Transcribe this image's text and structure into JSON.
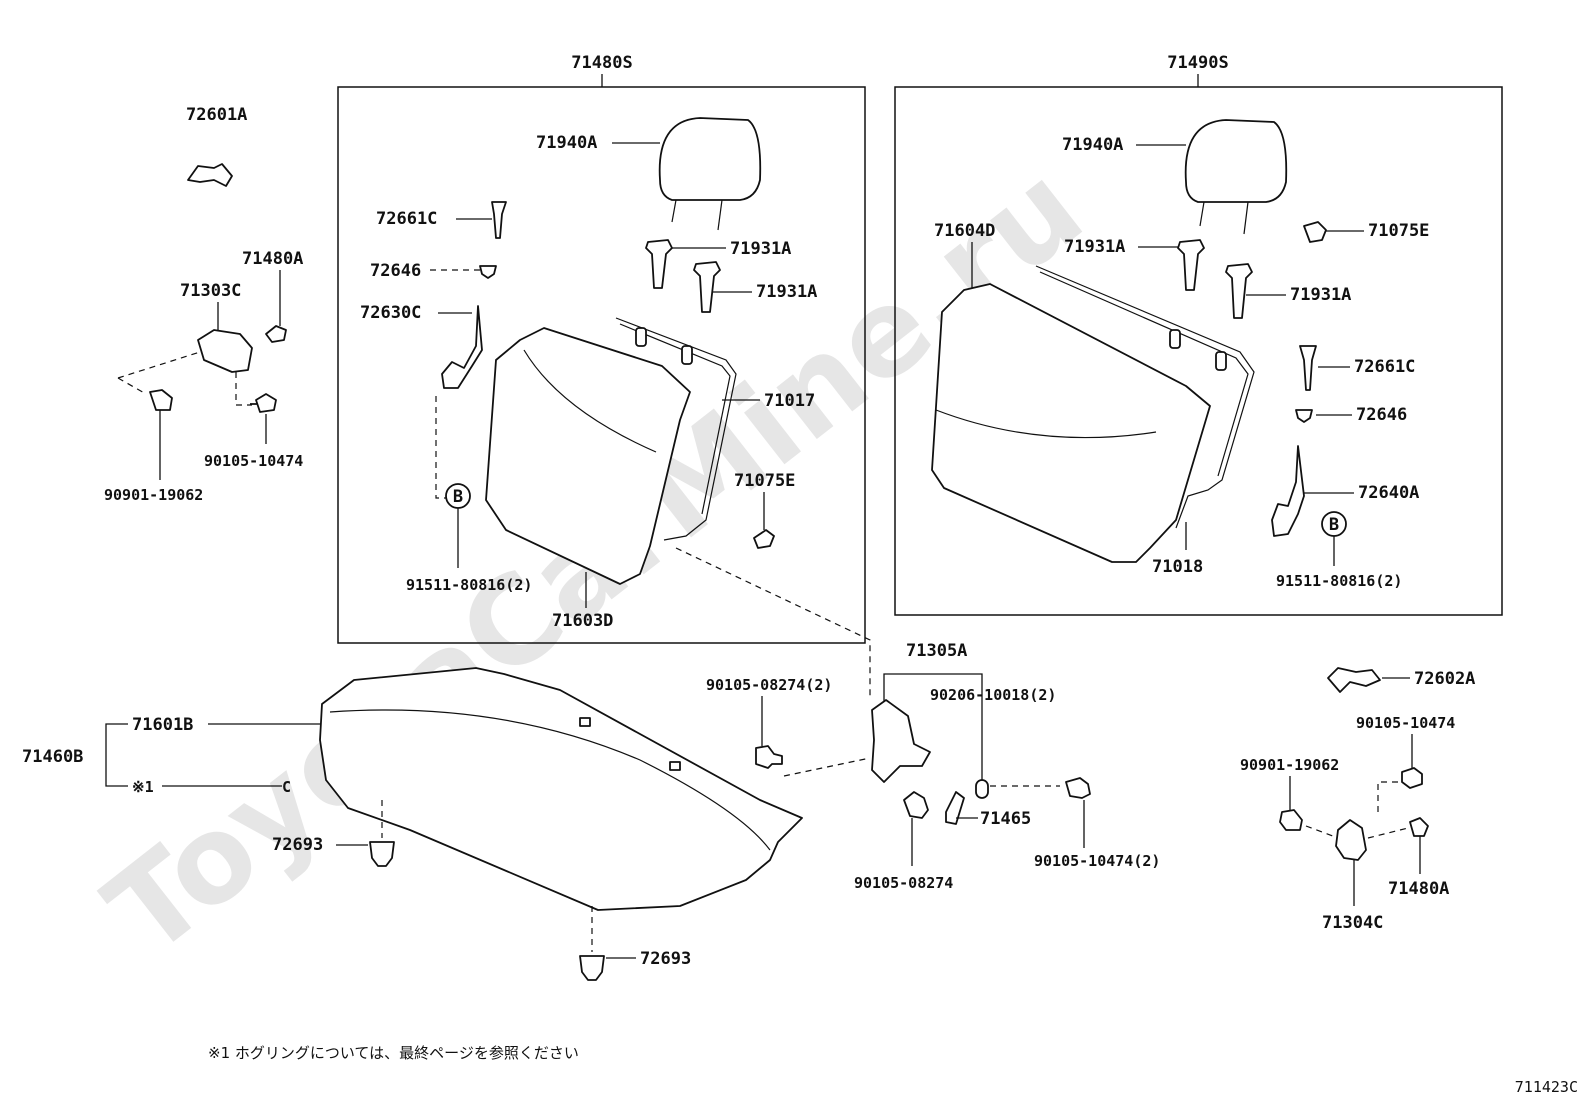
{
  "watermark": "ToyotaCarMine.ru",
  "groups": {
    "left_seatback": "71480S",
    "right_seatback": "71490S",
    "cushion_assy": "71460B",
    "hinge": "71305A"
  },
  "labels": {
    "p72601A": "72601A",
    "p71480A_left": "71480A",
    "p71303C": "71303C",
    "p90105_10474_left": "90105-10474",
    "p90901_19062_left": "90901-19062",
    "p71940A_left": "71940A",
    "p72661C_left": "72661C",
    "p71931A_l1": "71931A",
    "p72646_left": "72646",
    "p71931A_l2": "71931A",
    "p72630C": "72630C",
    "p71017": "71017",
    "p71075E_left": "71075E",
    "p91511_left": "91511-80816(2)",
    "p71603D": "71603D",
    "p71940A_right": "71940A",
    "p71604D": "71604D",
    "p71075E_right": "71075E",
    "p71931A_r1": "71931A",
    "p71931A_r2": "71931A",
    "p72661C_right": "72661C",
    "p72646_right": "72646",
    "p72640A": "72640A",
    "p71018": "71018",
    "p91511_right": "91511-80816(2)",
    "p90105_08274_2": "90105-08274(2)",
    "p90206_10018_2": "90206-10018(2)",
    "p71601B": "71601B",
    "p_note_ref": "※1",
    "p_note_c": "C",
    "p72693_a": "72693",
    "p72693_b": "72693",
    "p71465": "71465",
    "p90105_08274": "90105-08274",
    "p90105_10474_2": "90105-10474(2)",
    "p72602A": "72602A",
    "p90105_10474_right": "90105-10474",
    "p90901_19062_right": "90901-19062",
    "p71480A_right": "71480A",
    "p71304C": "71304C",
    "callout_b": "B"
  },
  "footnote": "※1  ホグリングについては、最終ページを参照ください",
  "figure_code": "711423C"
}
